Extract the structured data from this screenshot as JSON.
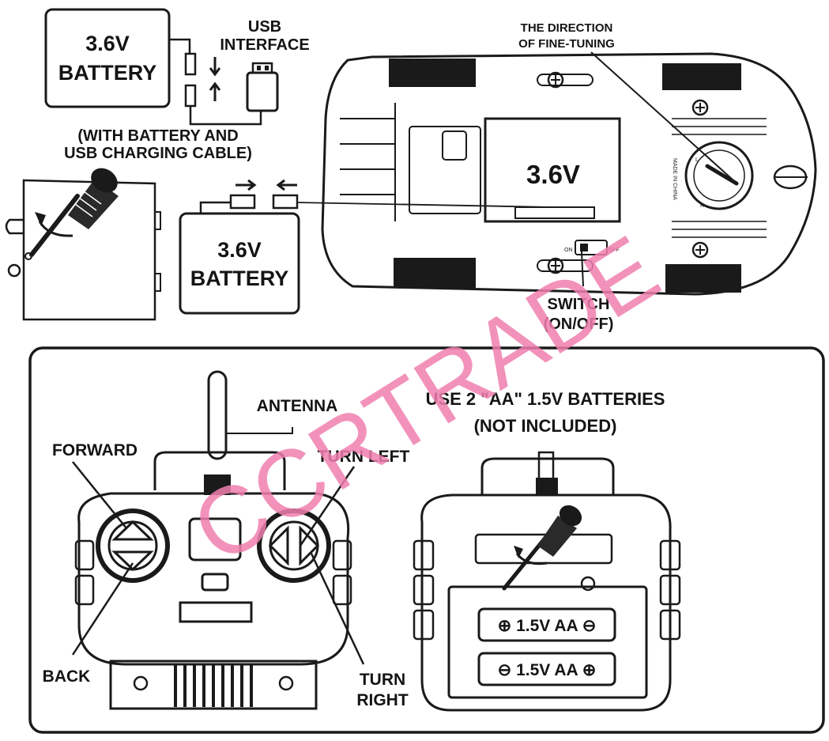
{
  "labels": {
    "battery_top": [
      "3.6V",
      "BATTERY"
    ],
    "usb_interface": [
      "USB",
      "INTERFACE"
    ],
    "with_battery": [
      "(WITH BATTERY AND",
      "USB CHARGING CABLE)"
    ],
    "battery_mid": [
      "3.6V",
      "BATTERY"
    ],
    "fine_tuning": [
      "THE DIRECTION",
      "OF FINE-TUNING"
    ],
    "car_battery": "3.6V",
    "switch": [
      "SWITCH",
      "(ON/OFF)"
    ],
    "antenna": "ANTENNA",
    "forward": "FORWARD",
    "turn_left": "TURN LEFT",
    "back": "BACK",
    "turn_right": [
      "TURN",
      "RIGHT"
    ],
    "batteries_note": [
      "USE 2 \"AA\" 1.5V BATTERIES",
      "(NOT INCLUDED)"
    ],
    "aa_cell_1": "⊕ 1.5V AA ⊖",
    "aa_cell_2": "⊖ 1.5V AA ⊕",
    "car_small": {
      "made_in_china": "MADE IN CHINA",
      "on": "ON",
      "off": "OFF",
      "dial_l": "L",
      "dial_r": "R"
    }
  },
  "watermark": "CCRTRADE",
  "colors": {
    "ink": "#141414",
    "watermark": "#f07fb0",
    "background": "#ffffff"
  },
  "icons": [
    "battery-icon",
    "usb-plug-icon",
    "screwdriver-icon",
    "car-icon",
    "remote-control-icon",
    "battery-compartment-icon",
    "switch-icon",
    "fine-tuning-dial-icon"
  ]
}
